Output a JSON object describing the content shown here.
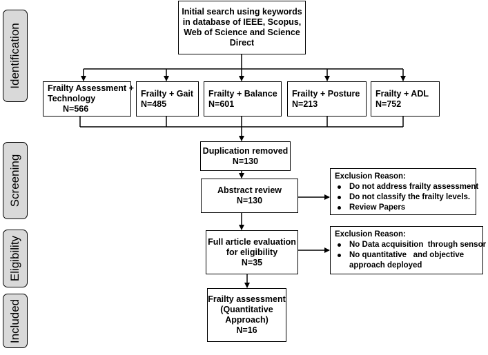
{
  "stages": [
    {
      "id": "identification",
      "label": "Identification"
    },
    {
      "id": "screening",
      "label": "Screening"
    },
    {
      "id": "eligibility",
      "label": "Eligibility"
    },
    {
      "id": "included",
      "label": "Included"
    }
  ],
  "initial_search": {
    "lines": [
      "Initial search using keywords",
      "in database of IEEE, Scopus,",
      "Web of Science and Science",
      "Direct"
    ]
  },
  "search_results": [
    {
      "lines": [
        "Frailty Assessment +",
        "Technology",
        "N=566"
      ]
    },
    {
      "lines": [
        "Frailty + Gait",
        "N=485"
      ]
    },
    {
      "lines": [
        "Frailty + Balance",
        "N=601"
      ]
    },
    {
      "lines": [
        "Frailty + Posture",
        "N=213"
      ]
    },
    {
      "lines": [
        "Frailty + ADL",
        "N=752"
      ]
    }
  ],
  "duplication": {
    "lines": [
      "Duplication removed",
      "N=130"
    ]
  },
  "abstract_review": {
    "lines": [
      "Abstract review",
      "N=130"
    ]
  },
  "full_article": {
    "lines": [
      "Full article evaluation",
      "for eligibility",
      "N=35"
    ]
  },
  "final": {
    "lines": [
      "Frailty assessment",
      "(Quantitative",
      "Approach)",
      "N=16"
    ]
  },
  "exclusion_1": {
    "title": "Exclusion Reason:",
    "items": [
      "Do not address frailty assessment",
      "Do not classify the frailty levels.",
      "Review Papers"
    ]
  },
  "exclusion_2": {
    "title": "Exclusion Reason:",
    "items": [
      "No Data acquisition  through sensor",
      "No quantitative   and objective",
      "approach deployed"
    ]
  }
}
